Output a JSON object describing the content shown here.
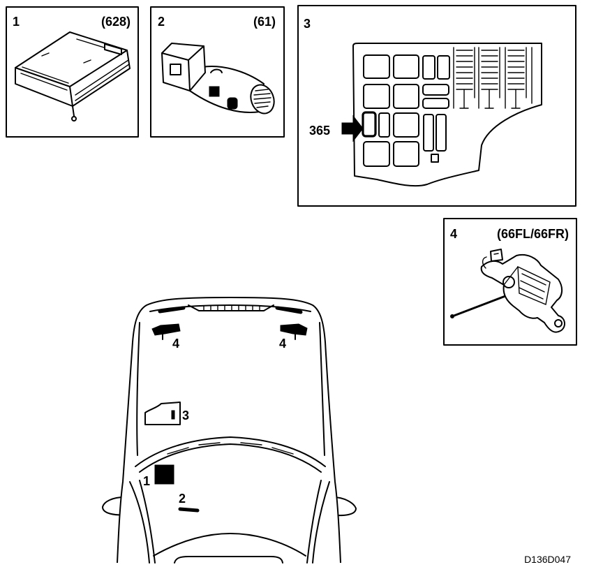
{
  "panels": {
    "p1": {
      "number": "1",
      "code": "(628)"
    },
    "p2": {
      "number": "2",
      "code": "(61)"
    },
    "p3": {
      "number": "3",
      "fuse_label": "365"
    },
    "p4": {
      "number": "4",
      "code": "(66FL/66FR)"
    }
  },
  "vehicle_callouts": {
    "actuator_left": "4",
    "actuator_right": "4",
    "fusebox": "3",
    "module": "1",
    "switch": "2"
  },
  "drawing_id": "D136D047"
}
